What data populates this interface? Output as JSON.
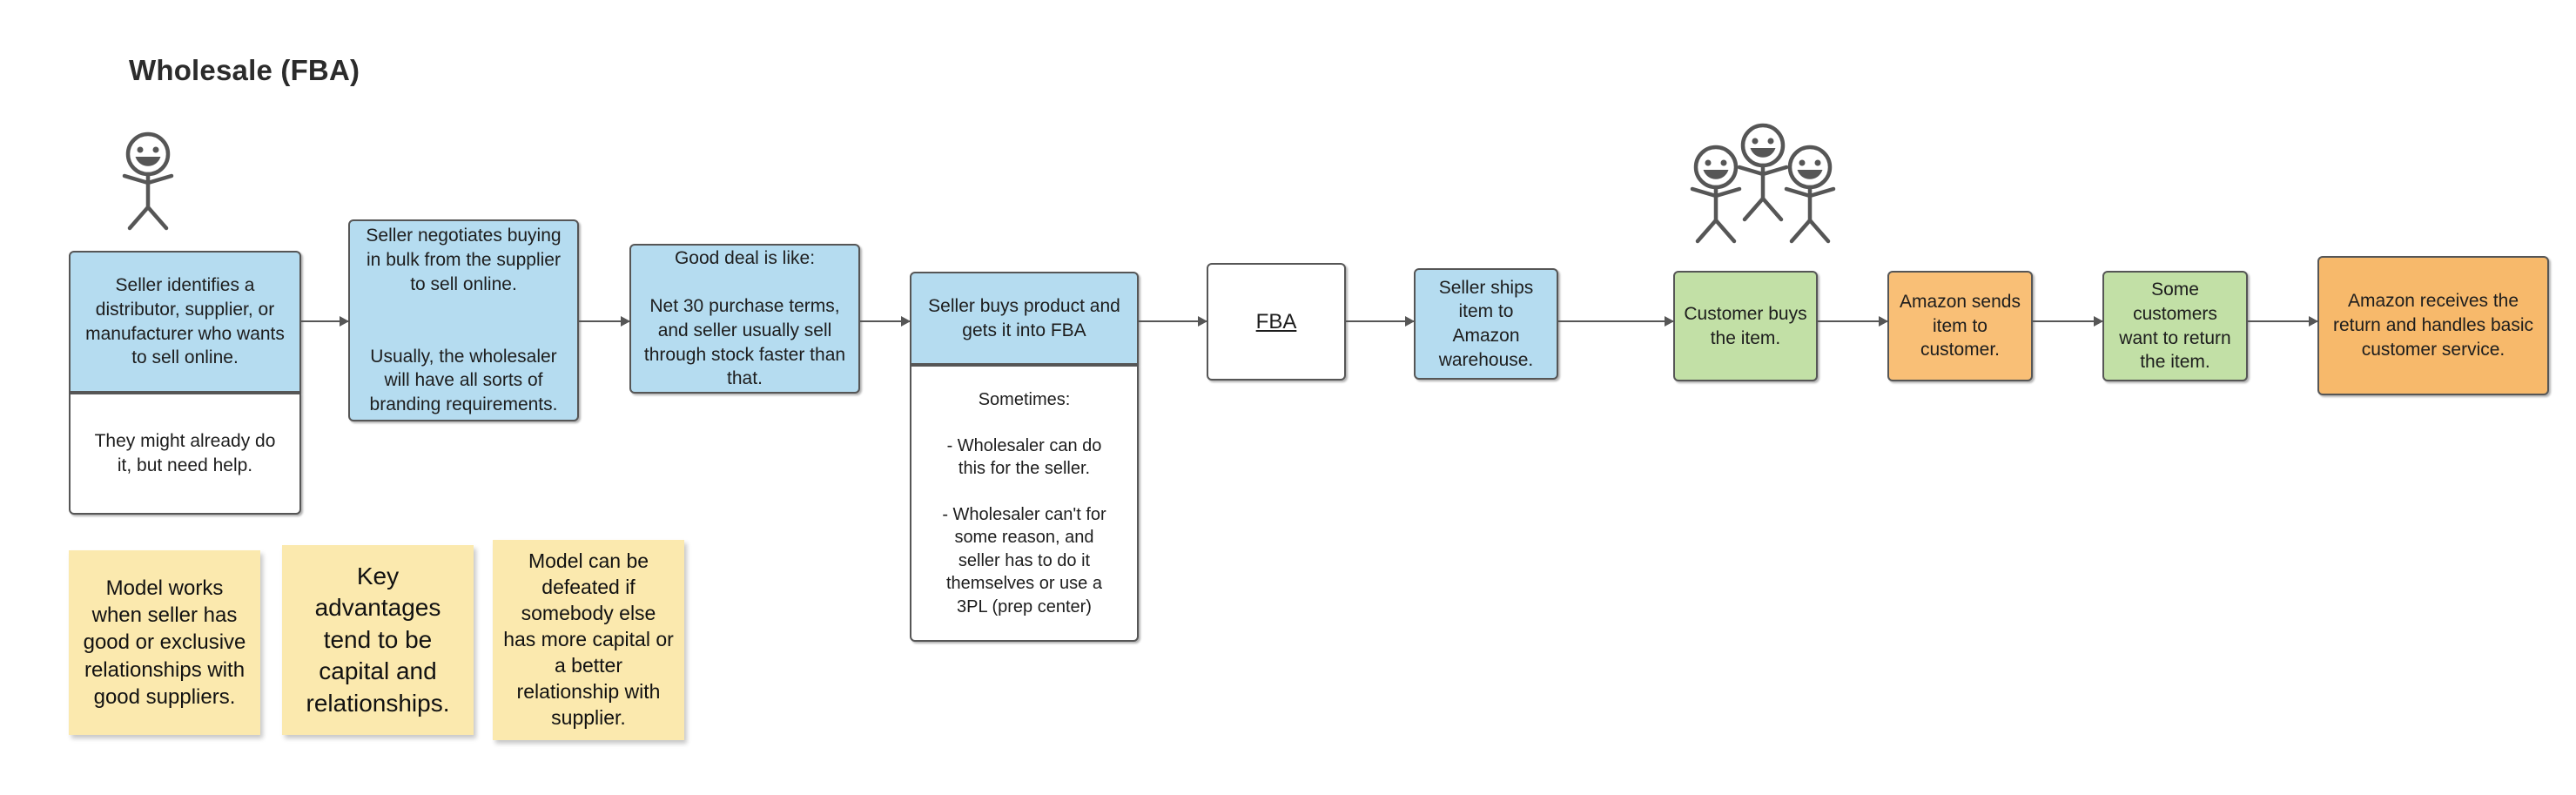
{
  "page": {
    "title": "Wholesale (FBA)",
    "background": "#ffffff"
  },
  "colors": {
    "blue": "#b5dcf0",
    "green": "#c2e0a6",
    "orange": "#f9bf76",
    "white": "#ffffff",
    "sticky_yellow": "#fbe9ae",
    "stroke": "#565656",
    "text": "#1d1d1d"
  },
  "flow": {
    "nodes": [
      {
        "id": "seller-identifies",
        "color": "blue",
        "text": "Seller identifies a\ndistributor, supplier, or\nmanufacturer who wants\nto sell online."
      },
      {
        "id": "they-might-already",
        "color": "white",
        "text": "They might already do\nit, but need help."
      },
      {
        "id": "seller-negotiates",
        "color": "blue",
        "text": "Seller negotiates buying\nin bulk from the supplier\nto sell online.\n\n\nUsually, the wholesaler\nwill have all sorts of\nbranding requirements."
      },
      {
        "id": "good-deal",
        "color": "blue",
        "text": "Good deal is like:\n\nNet 30 purchase terms,\nand seller usually sell\nthrough stock faster than\nthat."
      },
      {
        "id": "seller-buys-product",
        "color": "blue",
        "text": "Seller buys product and\ngets it into FBA"
      },
      {
        "id": "sometimes",
        "color": "white",
        "text": "Sometimes:\n\n- Wholesaler can do\nthis for the seller.\n\n- Wholesaler can't for\nsome reason, and\nseller has to do it\nthemselves or use a\n3PL (prep center)"
      },
      {
        "id": "fba",
        "color": "white",
        "text": "FBA"
      },
      {
        "id": "seller-ships",
        "color": "blue",
        "text": "Seller ships\nitem to\nAmazon\nwarehouse."
      },
      {
        "id": "customer-buys",
        "color": "green",
        "text": "Customer buys\nthe item."
      },
      {
        "id": "amazon-sends",
        "color": "orange",
        "text": "Amazon sends\nitem to\ncustomer."
      },
      {
        "id": "some-customers-return",
        "color": "green",
        "text": "Some\ncustomers\nwant to return\nthe item."
      },
      {
        "id": "amazon-receives-return",
        "color": "orange",
        "text": "Amazon receives the\nreturn and handles basic\ncustomer service."
      }
    ]
  },
  "sticky_notes": [
    {
      "id": "note-model-works",
      "text": "Model works\nwhen seller has\ngood or exclusive\nrelationships with\ngood suppliers."
    },
    {
      "id": "note-key-advantages",
      "text": "Key\nadvantages\ntend to be\ncapital and\nrelationships."
    },
    {
      "id": "note-model-defeated",
      "text": "Model can be\ndefeated if\nsomebody else\nhas more capital or\na better\nrelationship with\nsupplier."
    }
  ],
  "figures": [
    {
      "id": "seller-person",
      "count": 1
    },
    {
      "id": "customers-group",
      "count": 3
    }
  ]
}
